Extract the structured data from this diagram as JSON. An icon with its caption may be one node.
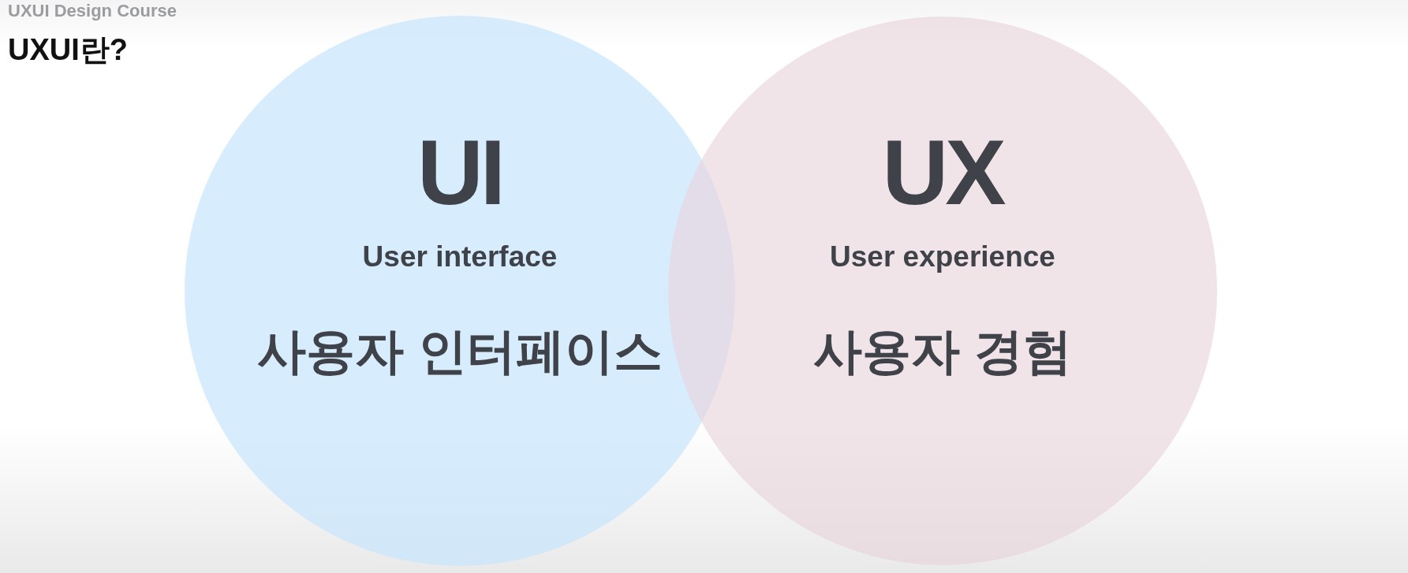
{
  "diagram": {
    "title": "UXUI란?",
    "nodes": [
      {
        "text": [
          "UI",
          "User interface",
          "사용자 인터페이스"
        ]
      },
      {
        "text": [
          "UX",
          "User experience",
          "사용자 경험"
        ]
      }
    ],
    "labels": [
      "UXUI Design Course"
    ]
  }
}
